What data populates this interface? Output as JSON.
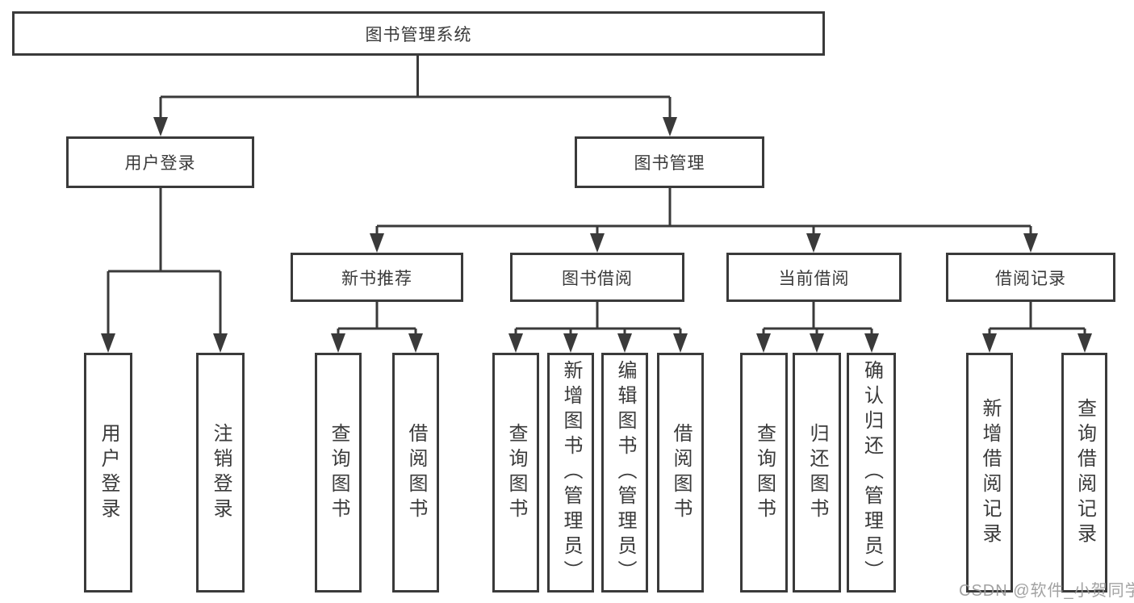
{
  "tree": {
    "label": "图书管理系统",
    "children": [
      {
        "label": "用户登录",
        "children": [
          {
            "label": "用户登录"
          },
          {
            "label": "注销登录"
          }
        ]
      },
      {
        "label": "图书管理",
        "children": [
          {
            "label": "新书推荐",
            "children": [
              {
                "label": "查询图书"
              },
              {
                "label": "借阅图书"
              }
            ]
          },
          {
            "label": "图书借阅",
            "children": [
              {
                "label": "查询图书"
              },
              {
                "label": "新增图书（管理员）"
              },
              {
                "label": "编辑图书（管理员）"
              },
              {
                "label": "借阅图书"
              }
            ]
          },
          {
            "label": "当前借阅",
            "children": [
              {
                "label": "查询图书"
              },
              {
                "label": "归还图书"
              },
              {
                "label": "确认归还（管理员）"
              }
            ]
          },
          {
            "label": "借阅记录",
            "children": [
              {
                "label": "新增借阅记录"
              },
              {
                "label": "查询借阅记录"
              }
            ]
          }
        ]
      }
    ]
  },
  "watermark": {
    "text": "CSDN @软件_小贺同学"
  },
  "colors": {
    "line": "#3a3a3a",
    "text": "#3a3a3a",
    "watermark": "#9b9b9b",
    "background": "#ffffff"
  }
}
